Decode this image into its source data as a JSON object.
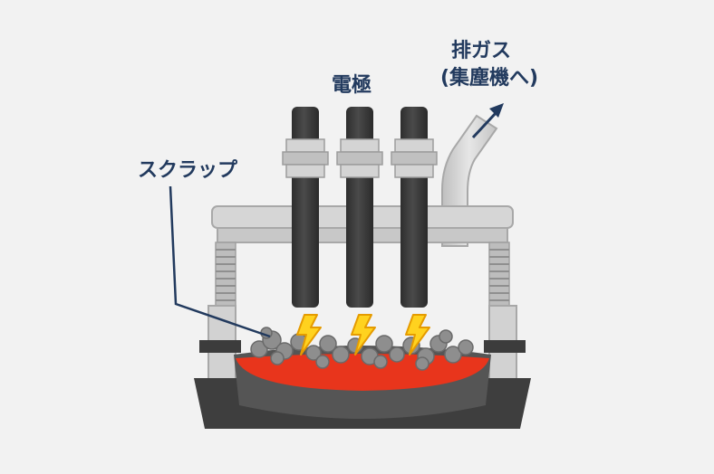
{
  "labels": {
    "electrode": "電極",
    "exhaust_line1": "排ガス",
    "exhaust_line2": "(集塵機へ)",
    "scrap": "スクラップ"
  },
  "colors": {
    "background": "#f2f2f2",
    "label_text": "#223a5e",
    "leader_line": "#223a5e",
    "electrode": "#3a3a3a",
    "frame": "#cfcfcf",
    "frame_outline": "#a8a8a8",
    "furnace_body": "#4a4a4a",
    "molten_metal": "#e8351c",
    "scrap": "#8e8e8e",
    "arc": "#ffd21f"
  },
  "icons": [
    "lightning-bolt-icon",
    "arrow-up-right-icon"
  ]
}
